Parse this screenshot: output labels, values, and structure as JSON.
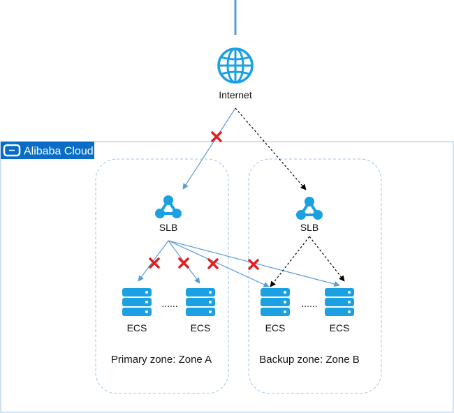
{
  "internet": {
    "label": "Internet"
  },
  "brand": {
    "name": "Alibaba Cloud"
  },
  "slb_primary": {
    "label": "SLB"
  },
  "slb_backup": {
    "label": "SLB"
  },
  "servers": {
    "a1": "ECS",
    "a2": "ECS",
    "b1": "ECS",
    "b2": "ECS",
    "ellipsis_a": "......",
    "ellipsis_b": "......"
  },
  "zones": {
    "primary": "Primary zone: Zone A",
    "backup": "Backup zone: Zone B"
  },
  "colors": {
    "blue_line": "#5b9bd5",
    "icon_blue": "#1ba1e2",
    "brand_blue": "#0a6cc7",
    "fail_red": "#e02020",
    "dashed_black": "#000000"
  },
  "icons": [
    "globe-icon",
    "slb-icon",
    "server-icon",
    "fail-x-icon",
    "alibaba-cloud-logo"
  ]
}
